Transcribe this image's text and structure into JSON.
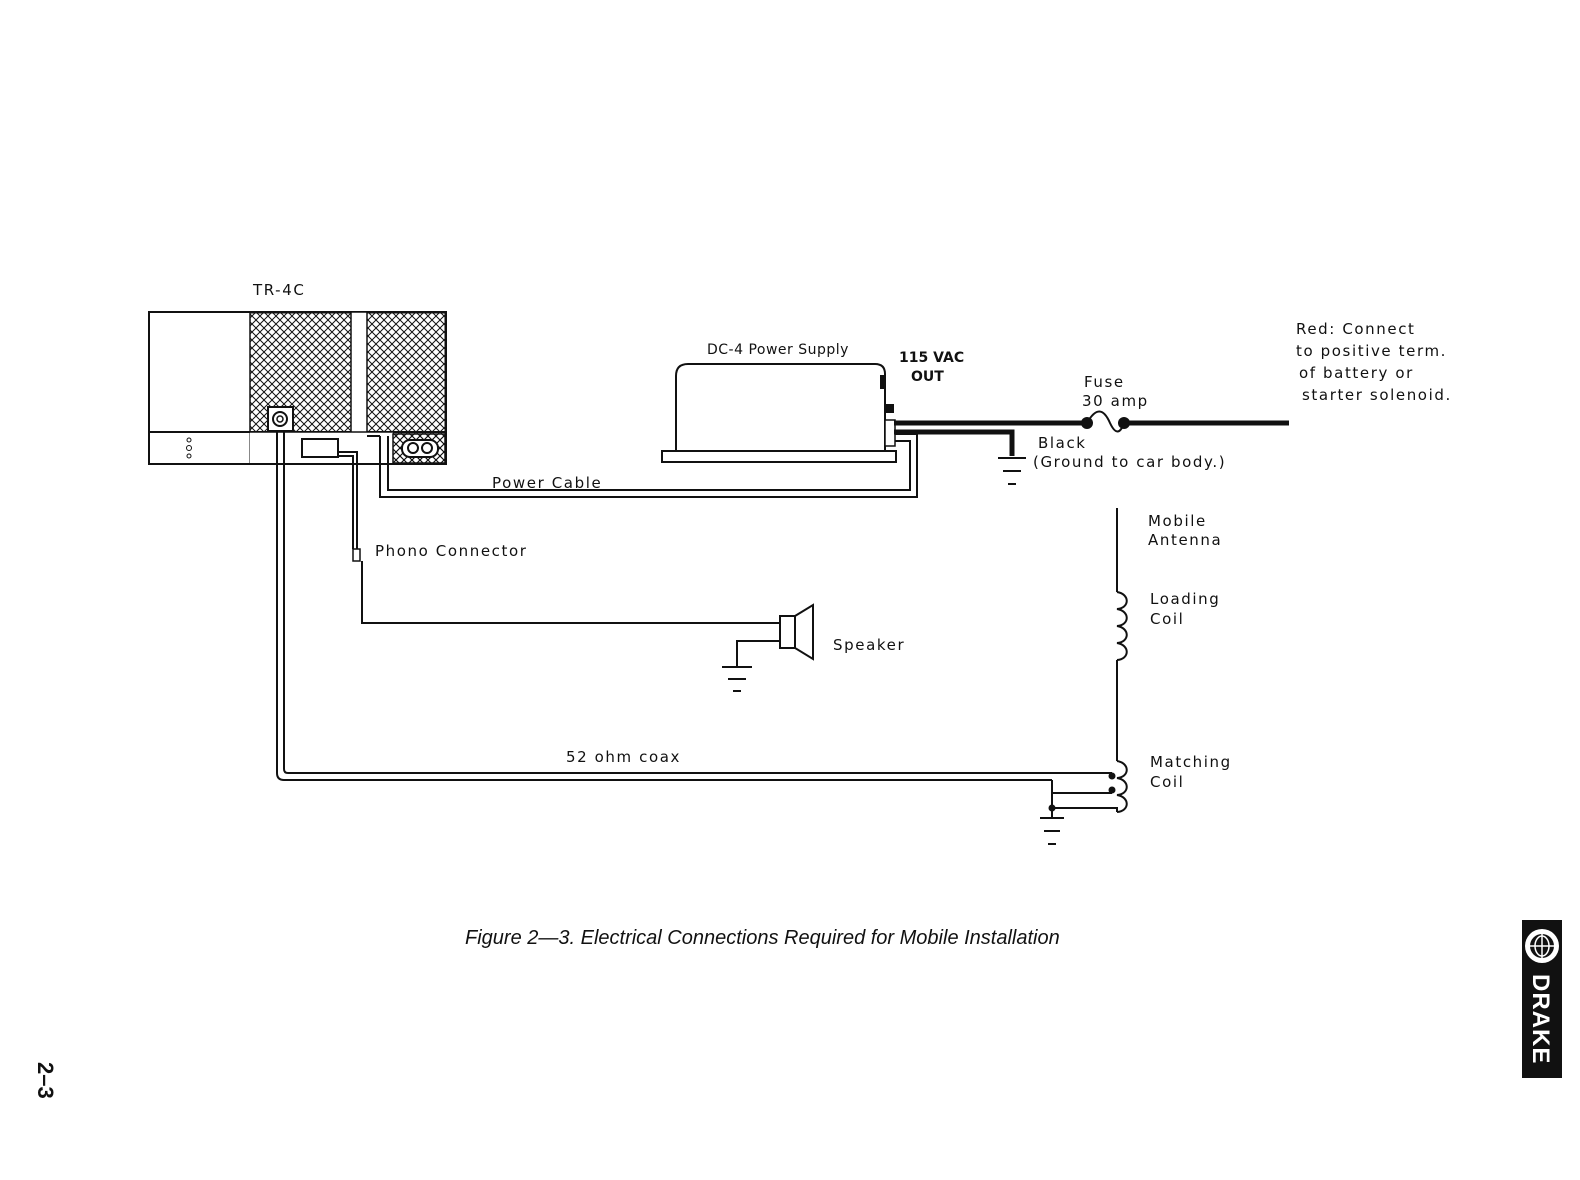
{
  "figure": {
    "caption": "Figure 2—3.   Electrical Connections Required for Mobile Installation",
    "page_number": "2–3"
  },
  "transceiver": {
    "label": "TR-4C"
  },
  "power_supply": {
    "label": "DC-4 Power Supply",
    "ac_out_line1": "115 VAC",
    "ac_out_line2": "OUT"
  },
  "fuse": {
    "line1": "Fuse",
    "line2": "30 amp"
  },
  "red_wire": {
    "line1": "Red: Connect",
    "line2": "to positive term.",
    "line3": "of  battery or",
    "line4": "starter solenoid."
  },
  "black_wire": {
    "line1": "Black",
    "line2": "(Ground to car body.)"
  },
  "cables": {
    "power_cable": "Power  Cable",
    "phono_connector": "Phono Connector",
    "coax": "52 ohm  coax"
  },
  "speaker": {
    "label": "Speaker"
  },
  "antenna": {
    "mobile_line1": "Mobile",
    "mobile_line2": "Antenna",
    "loading_line1": "Loading",
    "loading_line2": "Coil",
    "matching_line1": "Matching",
    "matching_line2": "Coil"
  },
  "logo": {
    "brand": "DRAKE"
  }
}
